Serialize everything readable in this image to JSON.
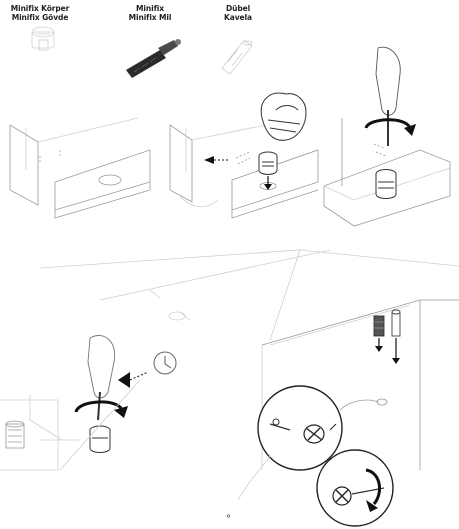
{
  "parts": [
    {
      "line1": "Minifix Körper",
      "line2": "Minifix Gövde",
      "icon": "minifix-body-icon"
    },
    {
      "line1": "Minifix",
      "line2": "Minifix Mil",
      "icon": "minifix-bolt-icon"
    },
    {
      "line1": "Dübel",
      "line2": "Kavela",
      "icon": "dowel-icon"
    }
  ],
  "colors": {
    "line": "#9a9a9a",
    "dark": "#333333",
    "arrow": "#111111",
    "text": "#222222"
  },
  "footer_mark": "°"
}
